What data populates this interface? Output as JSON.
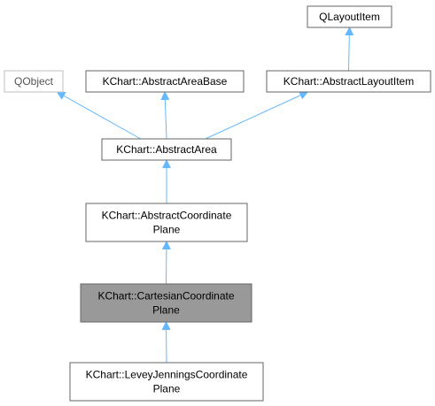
{
  "diagram": {
    "type": "class-inheritance-graph",
    "nodes": [
      {
        "id": "qlayoutitem",
        "lines": [
          "QLayoutItem"
        ],
        "style": "normal"
      },
      {
        "id": "qobject",
        "lines": [
          "QObject"
        ],
        "style": "external"
      },
      {
        "id": "abstractareabase",
        "lines": [
          "KChart::AbstractAreaBase"
        ],
        "style": "normal"
      },
      {
        "id": "abstractlayoutitem",
        "lines": [
          "KChart::AbstractLayoutItem"
        ],
        "style": "normal"
      },
      {
        "id": "abstractarea",
        "lines": [
          "KChart::AbstractArea"
        ],
        "style": "normal"
      },
      {
        "id": "abstractcoordinateplane",
        "lines": [
          "KChart::AbstractCoordinate",
          "Plane"
        ],
        "style": "normal"
      },
      {
        "id": "cartesiancoordinateplane",
        "lines": [
          "KChart::CartesianCoordinate",
          "Plane"
        ],
        "style": "highlighted"
      },
      {
        "id": "leveyjenningscoordinateplane",
        "lines": [
          "KChart::LeveyJenningsCoordinate",
          "Plane"
        ],
        "style": "normal"
      }
    ],
    "edges": [
      {
        "from": "abstractlayoutitem",
        "to": "qlayoutitem"
      },
      {
        "from": "abstractarea",
        "to": "qobject"
      },
      {
        "from": "abstractarea",
        "to": "abstractareabase"
      },
      {
        "from": "abstractarea",
        "to": "abstractlayoutitem"
      },
      {
        "from": "abstractcoordinateplane",
        "to": "abstractarea"
      },
      {
        "from": "cartesiancoordinateplane",
        "to": "abstractcoordinateplane"
      },
      {
        "from": "leveyjenningscoordinateplane",
        "to": "cartesiancoordinateplane"
      }
    ],
    "colors": {
      "edge": "#63b8ff",
      "node_border": "#666666",
      "external_border": "#bfbfbf",
      "external_text": "#555555",
      "highlight_fill": "#999999",
      "text": "#000000",
      "background": "#ffffff"
    }
  }
}
